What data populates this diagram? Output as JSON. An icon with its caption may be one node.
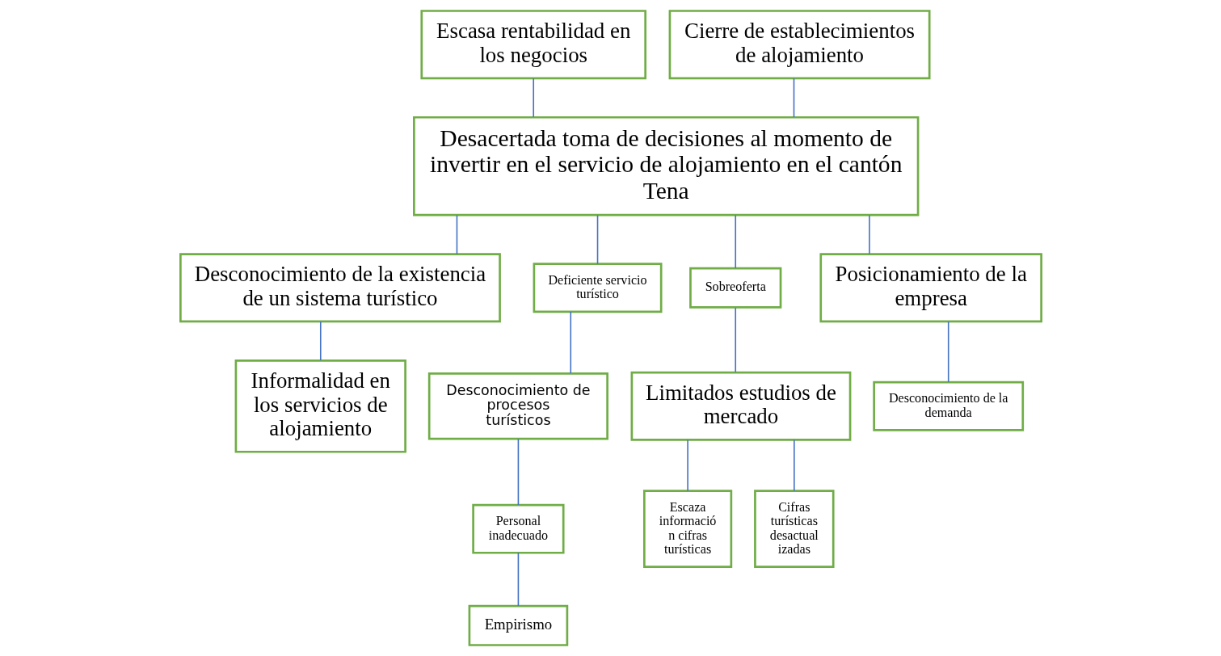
{
  "diagram": {
    "nodes": [
      {
        "text": [
          "Escasa rentabilidad en los negocios"
        ]
      },
      {
        "text": [
          "Cierre de establecimientos de alojamiento"
        ]
      },
      {
        "text": [
          "Desacertada toma de decisiones al momento de invertir en el servicio de alojamiento en el cantón Tena"
        ]
      },
      {
        "text": [
          "Desconocimiento de la existencia de un sistema turístico"
        ]
      },
      {
        "text": [
          "Deficiente servicio turístico"
        ]
      },
      {
        "text": [
          "Sobreoferta"
        ]
      },
      {
        "text": [
          "Posicionamiento de la empresa"
        ]
      },
      {
        "text": [
          "Informalidad en los servicios de alojamiento"
        ]
      },
      {
        "text": [
          "Desconocimiento de procesos turísticos"
        ]
      },
      {
        "text": [
          "Limitados estudios de mercado"
        ]
      },
      {
        "text": [
          "Desconocimiento de la demanda"
        ]
      },
      {
        "text": [
          "Personal inadecuado"
        ]
      },
      {
        "text": [
          "Empirismo"
        ]
      },
      {
        "text": [
          "Escaza informació n cifras turísticas"
        ]
      },
      {
        "text": [
          "Cifras turísticas desactual izadas"
        ]
      }
    ],
    "edges": [
      {
        "from": 0,
        "to": 2,
        "arrow": "none"
      },
      {
        "from": 1,
        "to": 2,
        "arrow": "none"
      },
      {
        "from": 2,
        "to": 3,
        "arrow": "none"
      },
      {
        "from": 2,
        "to": 4,
        "arrow": "none"
      },
      {
        "from": 2,
        "to": 5,
        "arrow": "none"
      },
      {
        "from": 2,
        "to": 6,
        "arrow": "none"
      },
      {
        "from": 3,
        "to": 7,
        "arrow": "none"
      },
      {
        "from": 4,
        "to": 8,
        "arrow": "none"
      },
      {
        "from": 8,
        "to": 11,
        "arrow": "none"
      },
      {
        "from": 11,
        "to": 12,
        "arrow": "none"
      },
      {
        "from": 5,
        "to": 9,
        "arrow": "none"
      },
      {
        "from": 9,
        "to": 13,
        "arrow": "none"
      },
      {
        "from": 9,
        "to": 14,
        "arrow": "none"
      },
      {
        "from": 6,
        "to": 10,
        "arrow": "none"
      }
    ]
  }
}
